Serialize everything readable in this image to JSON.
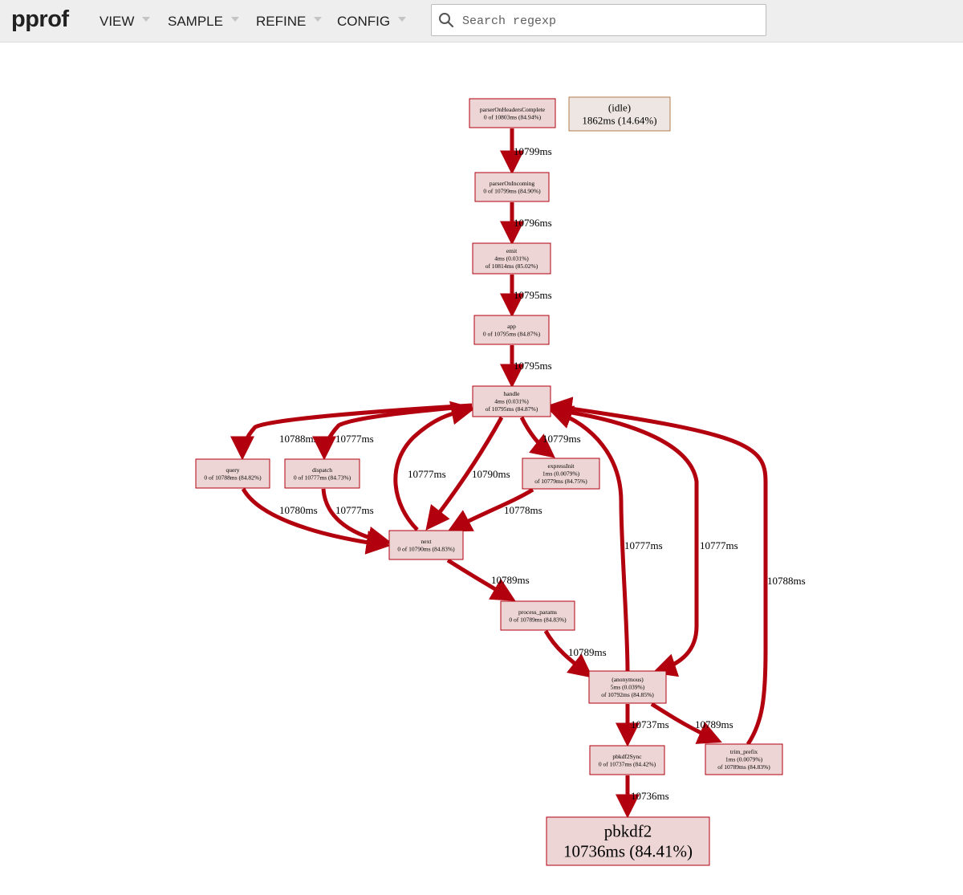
{
  "app": {
    "logo": "pprof"
  },
  "menu": [
    {
      "label": "VIEW"
    },
    {
      "label": "SAMPLE"
    },
    {
      "label": "REFINE"
    },
    {
      "label": "CONFIG"
    }
  ],
  "search": {
    "placeholder": "Search regexp",
    "value": ""
  },
  "colors": {
    "edge": "#b2000f",
    "node_fill": "#edd5d5",
    "node_border": "#b2000f",
    "idle_fill": "#ede6e2",
    "idle_border": "#b27c4f"
  },
  "graph": {
    "nodes": [
      {
        "id": "parserOnHeadersComplete",
        "lines": [
          "parserOnHeadersComplete",
          "0 of 10803ms (84.94%)"
        ]
      },
      {
        "id": "idle",
        "lines": [
          "(idle)",
          "1862ms (14.64%)"
        ]
      },
      {
        "id": "parserOnIncoming",
        "lines": [
          "parserOnIncoming",
          "0 of 10799ms (84.90%)"
        ]
      },
      {
        "id": "emit",
        "lines": [
          "emit",
          "4ms (0.031%)",
          "of 10814ms (85.02%)"
        ]
      },
      {
        "id": "app",
        "lines": [
          "app",
          "0 of 10795ms (84.87%)"
        ]
      },
      {
        "id": "handle",
        "lines": [
          "handle",
          "4ms (0.031%)",
          "of 10795ms (84.87%)"
        ]
      },
      {
        "id": "query",
        "lines": [
          "query",
          "0 of 10788ms (84.82%)"
        ]
      },
      {
        "id": "dispatch",
        "lines": [
          "dispatch",
          "0 of 10777ms (84.73%)"
        ]
      },
      {
        "id": "expressInit",
        "lines": [
          "expressInit",
          "1ms (0.0079%)",
          "of 10779ms (84.75%)"
        ]
      },
      {
        "id": "next",
        "lines": [
          "next",
          "0 of 10790ms (84.83%)"
        ]
      },
      {
        "id": "process_params",
        "lines": [
          "process_params",
          "0 of 10789ms (84.83%)"
        ]
      },
      {
        "id": "anonymous",
        "lines": [
          "(anonymous)",
          "5ms (0.039%)",
          "of 10792ms (84.85%)"
        ]
      },
      {
        "id": "pbkdf2Sync",
        "lines": [
          "pbkdf2Sync",
          "0 of 10737ms (84.42%)"
        ]
      },
      {
        "id": "trim_prefix",
        "lines": [
          "trim_prefix",
          "1ms (0.0079%)",
          "of 10789ms (84.83%)"
        ]
      },
      {
        "id": "pbkdf2",
        "lines": [
          "pbkdf2",
          "10736ms (84.41%)"
        ]
      }
    ],
    "edges": [
      {
        "from": "parserOnHeadersComplete",
        "to": "parserOnIncoming",
        "label": "10799ms"
      },
      {
        "from": "parserOnIncoming",
        "to": "emit",
        "label": "10796ms"
      },
      {
        "from": "emit",
        "to": "app",
        "label": "10795ms"
      },
      {
        "from": "app",
        "to": "handle",
        "label": "10795ms"
      },
      {
        "from": "handle",
        "to": "query",
        "label": "10788ms"
      },
      {
        "from": "handle",
        "to": "dispatch",
        "label": "10777ms"
      },
      {
        "from": "next",
        "to": "handle",
        "label": "10777ms"
      },
      {
        "from": "handle",
        "to": "next",
        "label": "10790ms"
      },
      {
        "from": "handle",
        "to": "expressInit",
        "label": "10779ms"
      },
      {
        "from": "query",
        "to": "next",
        "label": "10780ms"
      },
      {
        "from": "dispatch",
        "to": "next",
        "label": "10777ms"
      },
      {
        "from": "expressInit",
        "to": "next",
        "label": "10778ms"
      },
      {
        "from": "next",
        "to": "process_params",
        "label": "10789ms"
      },
      {
        "from": "process_params",
        "to": "anonymous",
        "label": "10789ms"
      },
      {
        "from": "anonymous",
        "to": "handle",
        "label": "10777ms"
      },
      {
        "from": "handle",
        "to": "anonymous",
        "label": "10777ms"
      },
      {
        "from": "trim_prefix",
        "to": "handle",
        "label": "10788ms"
      },
      {
        "from": "anonymous",
        "to": "pbkdf2Sync",
        "label": "10737ms"
      },
      {
        "from": "anonymous",
        "to": "trim_prefix",
        "label": "10789ms"
      },
      {
        "from": "pbkdf2Sync",
        "to": "pbkdf2",
        "label": "10736ms"
      }
    ]
  }
}
